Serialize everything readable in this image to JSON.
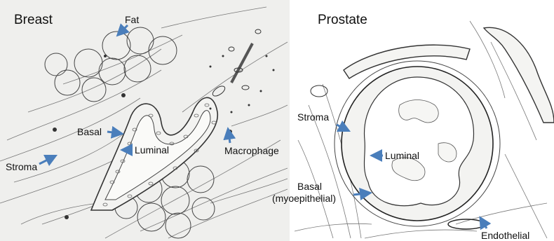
{
  "panels": {
    "breast": {
      "title": "Breast",
      "labels": {
        "fat": "Fat",
        "basal": "Basal",
        "luminal": "Luminal",
        "macrophage": "Macrophage",
        "stroma": "Stroma"
      }
    },
    "prostate": {
      "title": "Prostate",
      "labels": {
        "stroma": "Stroma",
        "luminal": "Luminal",
        "basal_line1": "Basal",
        "basal_line2": "(myoepithelial)",
        "endothelial": "Endothelial"
      }
    }
  },
  "colors": {
    "arrow": "#4a7ebb",
    "sketch": "#555555",
    "panel_bg": "#eeeeec"
  }
}
